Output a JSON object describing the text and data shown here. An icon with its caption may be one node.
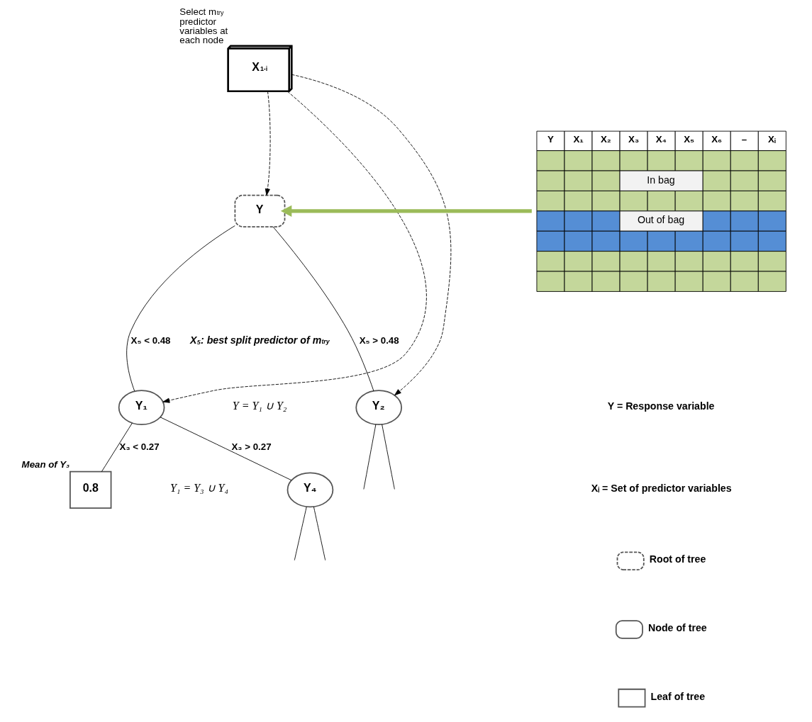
{
  "diagram": {
    "nodes": [
      {
        "text": [
          "X$_{1-i}$"
        ],
        "beside": [
          "Select m$_{try}$ predictor variables at each node"
        ]
      },
      {
        "text": [
          "Y"
        ]
      },
      {
        "text": [
          "Y₁"
        ]
      },
      {
        "text": [
          "Y₂"
        ]
      },
      {
        "text": [
          "0.8"
        ],
        "beside": [
          "Mean of Y₃"
        ]
      },
      {
        "text": [
          "Y₄"
        ]
      },
      {
        "text": [
          "Y",
          "X₁",
          "X₂",
          "X₃",
          "X₄",
          "X₅",
          "X₆",
          "–",
          "Xᵢ",
          "In bag",
          "Out of bag"
        ]
      }
    ],
    "edges": [
      {
        "from": 0,
        "to": 1,
        "arrow": "to",
        "style": "dashed"
      },
      {
        "from": 0,
        "to": 2,
        "arrow": "to",
        "style": "dashed"
      },
      {
        "from": 0,
        "to": 3,
        "arrow": "to",
        "style": "dashed"
      },
      {
        "from": 6,
        "to": 1,
        "arrow": "to",
        "style": "thick",
        "color": "#9bbb59"
      },
      {
        "from": 1,
        "to": 2,
        "arrow": "none",
        "label": "X₅ < 0.48"
      },
      {
        "from": 1,
        "to": 3,
        "arrow": "none",
        "label": "X₅ > 0.48"
      },
      {
        "from": 2,
        "to": 4,
        "arrow": "none",
        "label": "X₃ < 0.27"
      },
      {
        "from": 2,
        "to": 5,
        "arrow": "none",
        "label": "X₃ > 0.27"
      },
      {
        "from": 3,
        "to": null,
        "arrow": "none"
      },
      {
        "from": 3,
        "to": null,
        "arrow": "none"
      },
      {
        "from": 5,
        "to": null,
        "arrow": "none"
      },
      {
        "from": 5,
        "to": null,
        "arrow": "none"
      }
    ],
    "labels": [
      "X₅: best split predictor of m$_{try}$",
      "Y = Y₁ ∪ Y₂",
      "Y₁ = Y₃ ∪ Y₄",
      "Y = Response variable",
      "Xᵢ = Set of predictor variables"
    ],
    "legend": [
      {
        "text": "Root of tree"
      },
      {
        "text": "Node of tree"
      },
      {
        "text": "Leaf of tree"
      }
    ]
  }
}
